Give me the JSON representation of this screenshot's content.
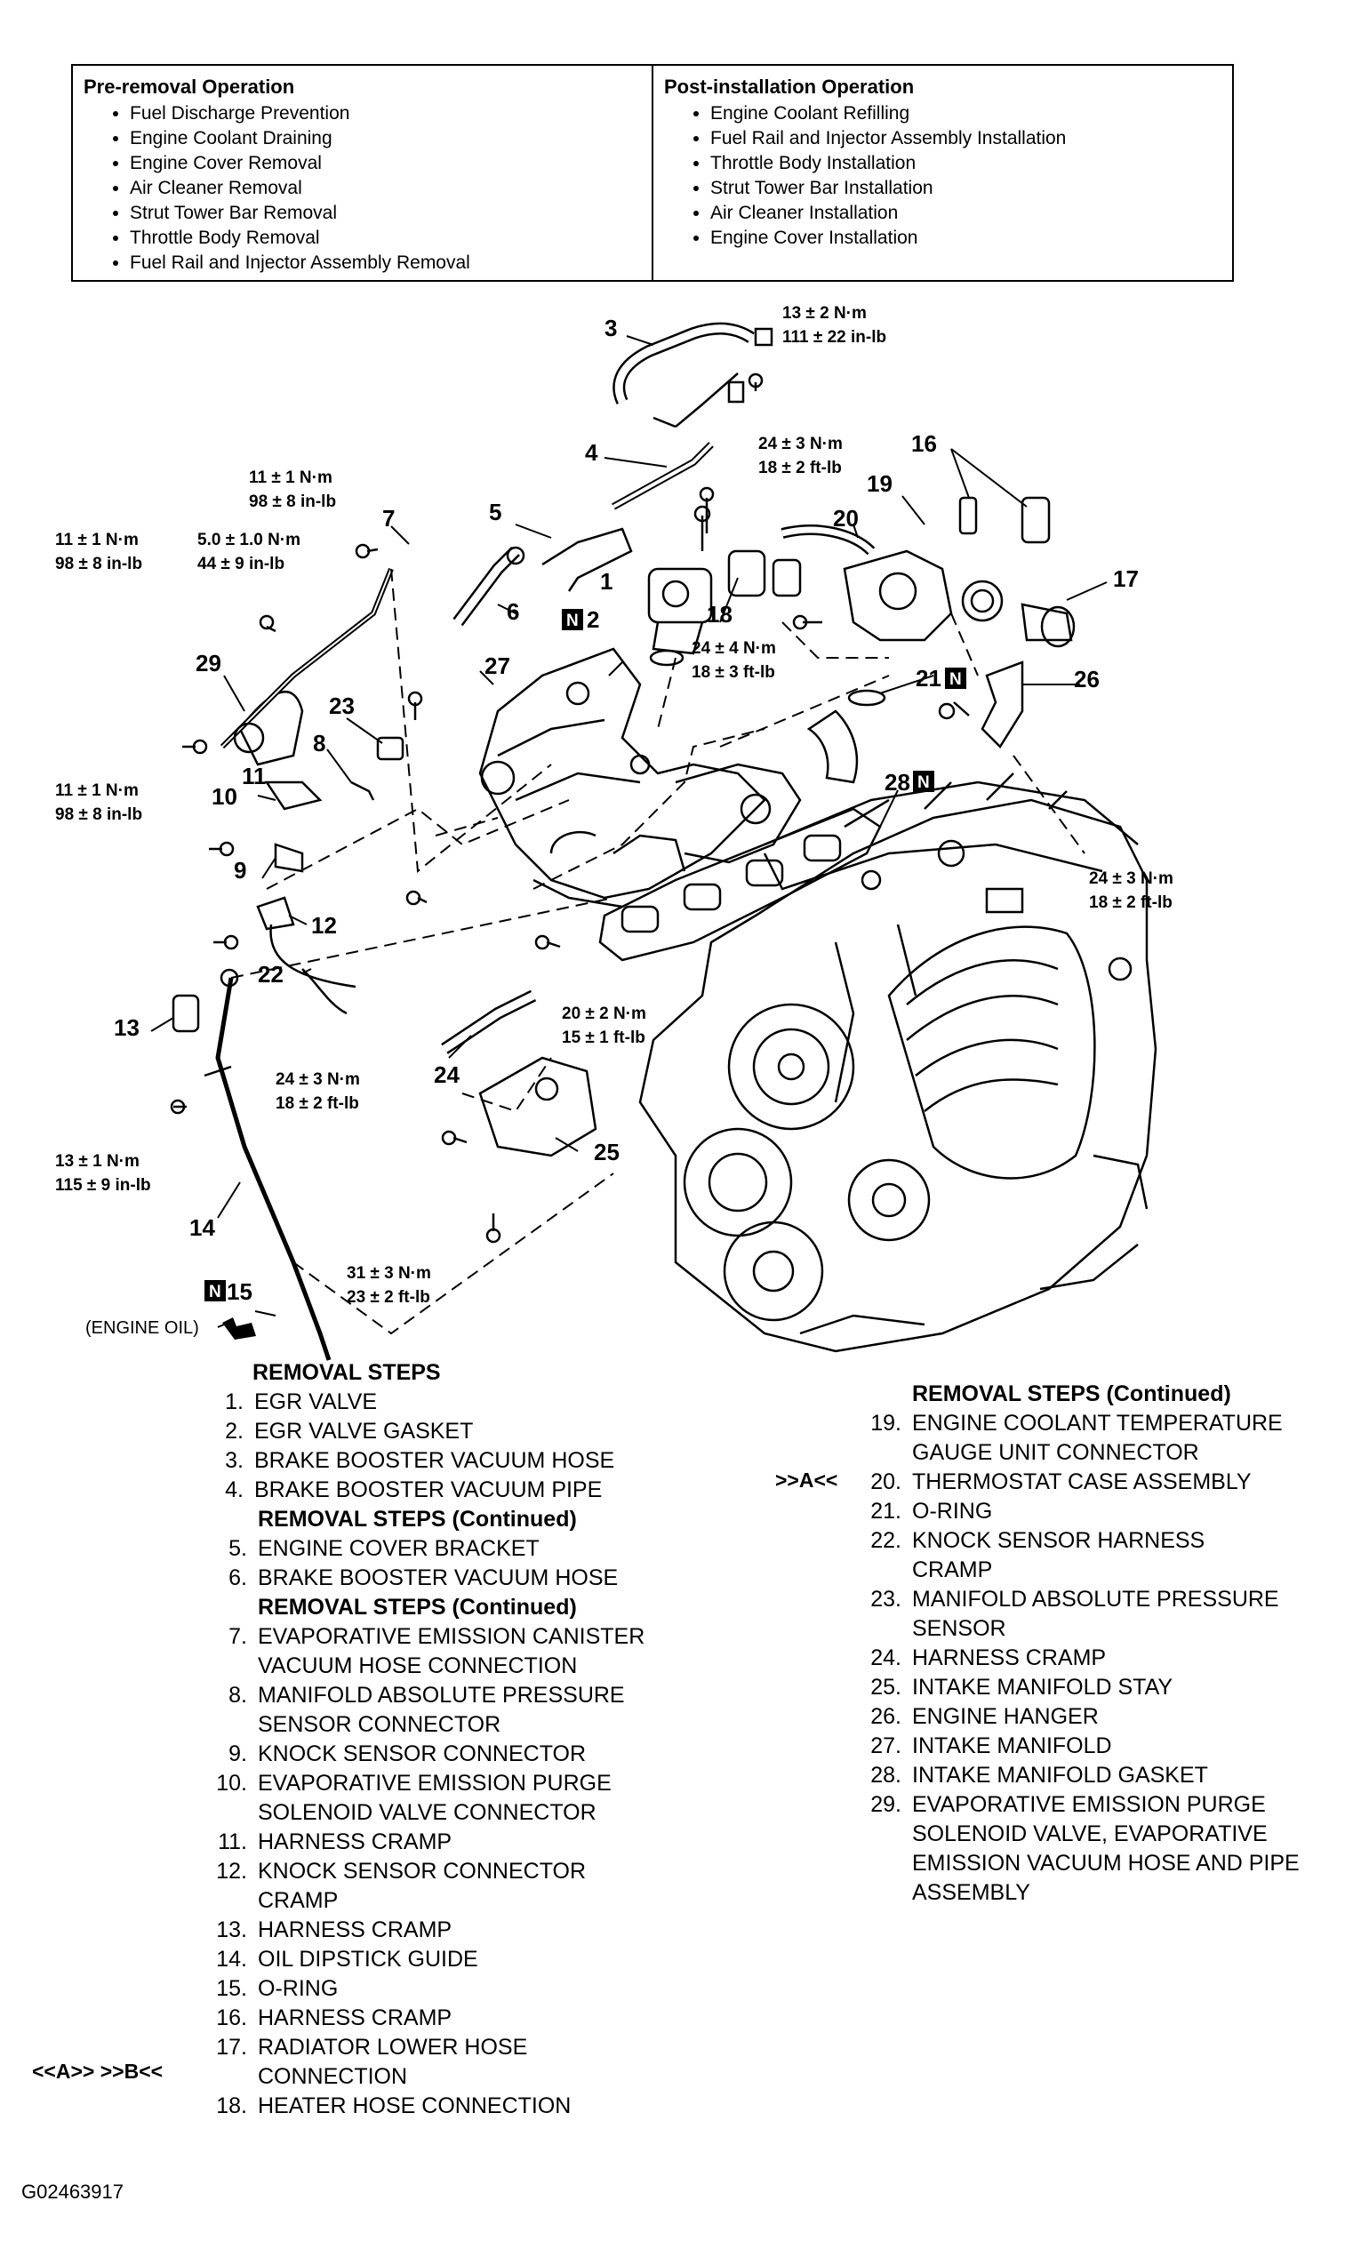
{
  "pre_removal": {
    "heading": "Pre-removal Operation",
    "items": [
      "Fuel Discharge Prevention",
      "Engine Coolant Draining",
      "Engine Cover Removal",
      "Air Cleaner Removal",
      "Strut Tower Bar Removal",
      "Throttle Body Removal",
      "Fuel Rail and Injector Assembly Removal"
    ]
  },
  "post_installation": {
    "heading": "Post-installation Operation",
    "items": [
      "Engine Coolant Refilling",
      "Fuel Rail and Injector Assembly Installation",
      "Throttle Body Installation",
      "Strut Tower Bar Installation",
      "Air Cleaner Installation",
      "Engine Cover Installation"
    ]
  },
  "diagram": {
    "labels": {
      "p1": "1",
      "p2": "2",
      "p3": "3",
      "p4": "4",
      "p5": "5",
      "p6": "6",
      "p7": "7",
      "p8": "8",
      "p9": "9",
      "p10": "10",
      "p11": "11",
      "p12": "12",
      "p13": "13",
      "p14": "14",
      "p15": "15",
      "p16": "16",
      "p17": "17",
      "p18": "18",
      "p19": "19",
      "p20": "20",
      "p21": "21",
      "p22": "22",
      "p23": "23",
      "p24": "24",
      "p25": "25",
      "p26": "26",
      "p27": "27",
      "p28": "28",
      "p29": "29"
    },
    "n_marker": "N",
    "torques": {
      "t_3": [
        "13 ± 2 N·m",
        "111 ± 22 in-lb"
      ],
      "t_egr_top": [
        "24 ± 3 N·m",
        "18 ± 2 ft-lb"
      ],
      "t_7": [
        "11 ± 1 N·m",
        "98 ± 8 in-lb"
      ],
      "t_29_top": [
        "11 ± 1 N·m",
        "98 ± 8 in-lb"
      ],
      "t_5": [
        "5.0 ± 1.0 N·m",
        "44 ± 9 in-lb"
      ],
      "t_egr": [
        "24 ± 4 N·m",
        "18 ± 3 ft-lb"
      ],
      "t_10": [
        "11 ± 1 N·m",
        "98 ± 8 in-lb"
      ],
      "t_26": [
        "24 ± 3 N·m",
        "18 ± 2 ft-lb"
      ],
      "t_27": [
        "20 ± 2 N·m",
        "15 ± 1 ft-lb"
      ],
      "t_25": [
        "24 ± 3 N·m",
        "18 ± 2 ft-lb"
      ],
      "t_13": [
        "13 ± 1 N·m",
        "115 ± 9 in-lb"
      ],
      "t_stay": [
        "31 ± 3 N·m",
        "23 ± 2 ft-lb"
      ]
    },
    "engine_oil": "(ENGINE OIL)"
  },
  "removal_steps": {
    "heading": "REMOVAL STEPS",
    "heading_cont": "REMOVAL STEPS (Continued)",
    "col1": [
      {
        "n": "1.",
        "t": "EGR VALVE"
      },
      {
        "n": "2.",
        "t": "EGR VALVE GASKET"
      },
      {
        "n": "3.",
        "t": "BRAKE BOOSTER VACUUM HOSE"
      },
      {
        "n": "4.",
        "t": "BRAKE BOOSTER VACUUM PIPE"
      }
    ],
    "col2": [
      {
        "n": "5.",
        "t": "ENGINE COVER BRACKET"
      },
      {
        "n": "6.",
        "t": "BRAKE BOOSTER VACUUM HOSE"
      }
    ],
    "col3": [
      {
        "n": "7.",
        "t": "EVAPORATIVE EMISSION CANISTER VACUUM HOSE CONNECTION"
      },
      {
        "n": "8.",
        "t": "MANIFOLD ABSOLUTE PRESSURE SENSOR CONNECTOR"
      },
      {
        "n": "9.",
        "t": "KNOCK SENSOR CONNECTOR"
      },
      {
        "n": "10.",
        "t": "EVAPORATIVE EMISSION PURGE SOLENOID VALVE CONNECTOR"
      },
      {
        "n": "11.",
        "t": "HARNESS CRAMP"
      },
      {
        "n": "12.",
        "t": "KNOCK SENSOR CONNECTOR CRAMP"
      },
      {
        "n": "13.",
        "t": "HARNESS CRAMP"
      },
      {
        "n": "14.",
        "t": "OIL DIPSTICK GUIDE"
      },
      {
        "n": "15.",
        "t": "O-RING"
      },
      {
        "n": "16.",
        "t": "HARNESS CRAMP"
      },
      {
        "n": "17.",
        "t": "RADIATOR LOWER HOSE CONNECTION"
      },
      {
        "n": "18.",
        "t": "HEATER HOSE CONNECTION"
      }
    ],
    "col4": [
      {
        "n": "19.",
        "t": "ENGINE COOLANT TEMPERATURE GAUGE UNIT CONNECTOR"
      },
      {
        "n": "20.",
        "t": "THERMOSTAT CASE ASSEMBLY"
      },
      {
        "n": "21.",
        "t": "O-RING"
      },
      {
        "n": "22.",
        "t": "KNOCK SENSOR HARNESS CRAMP"
      },
      {
        "n": "23.",
        "t": "MANIFOLD ABSOLUTE PRESSURE SENSOR"
      },
      {
        "n": "24.",
        "t": "HARNESS CRAMP"
      },
      {
        "n": "25.",
        "t": "INTAKE MANIFOLD STAY"
      },
      {
        "n": "26.",
        "t": "ENGINE HANGER"
      },
      {
        "n": "27.",
        "t": "INTAKE MANIFOLD"
      },
      {
        "n": "28.",
        "t": "INTAKE MANIFOLD GASKET"
      },
      {
        "n": "29.",
        "t": "EVAPORATIVE EMISSION PURGE SOLENOID VALVE, EVAPORATIVE EMISSION VACUUM HOSE AND PIPE ASSEMBLY"
      }
    ],
    "marks": {
      "step17": "<<A>>  >>B<<",
      "step20": ">>A<<"
    }
  },
  "figure_code": "G02463917"
}
